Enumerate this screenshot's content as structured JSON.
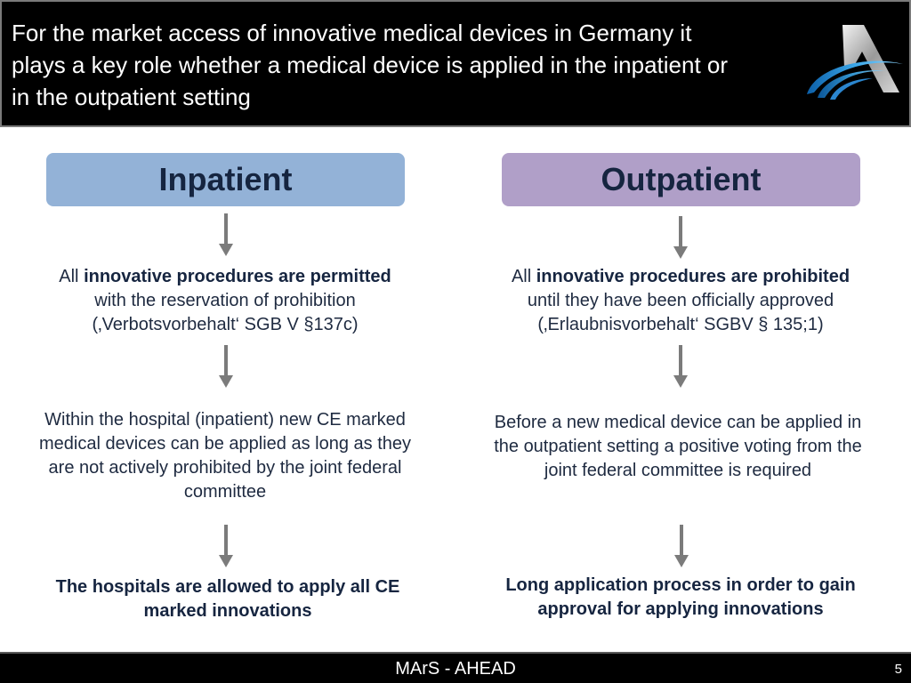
{
  "header": {
    "title": "For the market access of innovative medical devices in Germany it plays a key role whether a medical device is applied in the inpatient or in the outpatient setting",
    "logo": "mars-ahead-a-logo",
    "background": "#000000"
  },
  "columns": {
    "inpatient": {
      "header": "Inpatient",
      "color": "#93b2d7",
      "step1": {
        "prefix": "All ",
        "bold": "innovative procedures are permitted",
        "line2": "with the reservation of prohibition",
        "line3": "(‚Verbotsvorbehalt‘ SGB V §137c)"
      },
      "step2": "Within the hospital (inpatient) new CE marked medical devices can be applied as long as they are not actively prohibited by the joint federal committee",
      "step3": "The hospitals are allowed to apply all CE marked innovations"
    },
    "outpatient": {
      "header": "Outpatient",
      "color": "#b09fc8",
      "step1": {
        "prefix": "All ",
        "bold": "innovative procedures are prohibited",
        "line2": "until they have been officially approved",
        "line3": "(‚Erlaubnisvorbehalt‘ SGBV § 135;1)"
      },
      "step2": "Before a new medical device can be applied in the outpatient setting a positive voting from the joint federal committee is required",
      "step3": "Long application process in order to gain approval for applying innovations"
    }
  },
  "icons": {
    "arrow": "arrow-down-icon"
  },
  "footer": {
    "label": "MArS - AHEAD",
    "page_number": "5"
  }
}
